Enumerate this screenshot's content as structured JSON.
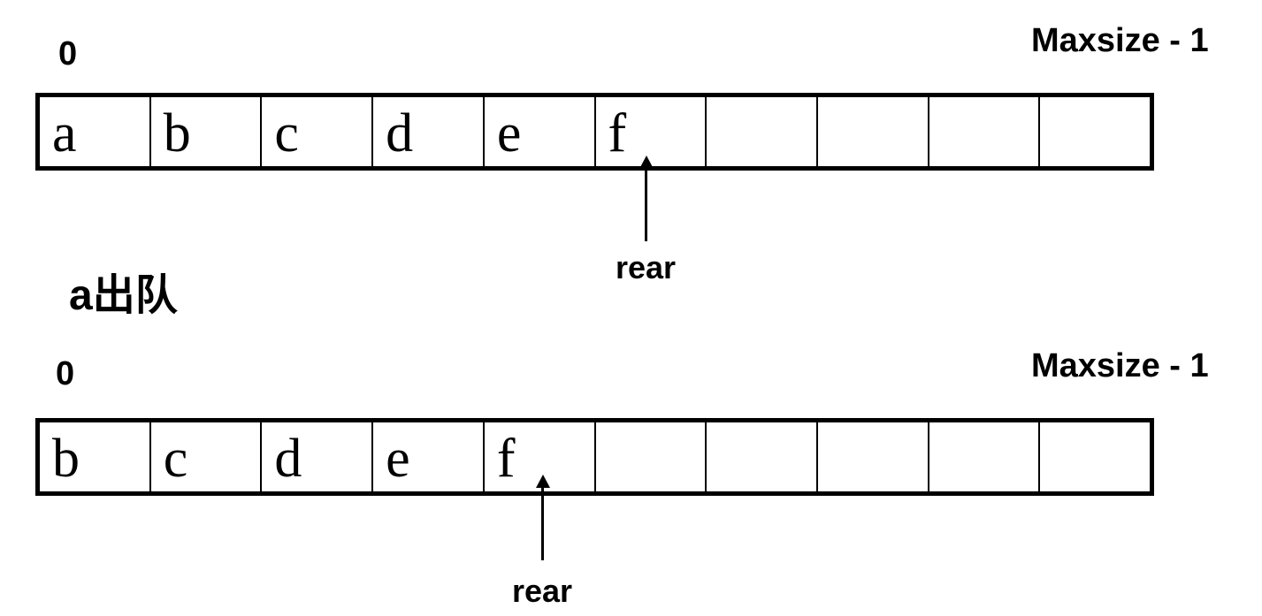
{
  "diagram_title": "array queue dequeue operation",
  "caption": "a出队",
  "colors": {
    "foreground": "#000000",
    "background": "#ffffff"
  },
  "figures": [
    {
      "name": "queue-before-dequeue",
      "start_label": "0",
      "end_label": "Maxsize - 1",
      "cells": [
        "a",
        "b",
        "c",
        "d",
        "e",
        "f",
        "",
        "",
        "",
        ""
      ],
      "pointer": {
        "label": "rear",
        "cell_index": 5
      }
    },
    {
      "name": "queue-after-dequeue",
      "start_label": "0",
      "end_label": "Maxsize - 1",
      "cells": [
        "b",
        "c",
        "d",
        "e",
        "f",
        "",
        "",
        "",
        "",
        ""
      ],
      "pointer": {
        "label": "rear",
        "cell_index": 4
      }
    }
  ]
}
